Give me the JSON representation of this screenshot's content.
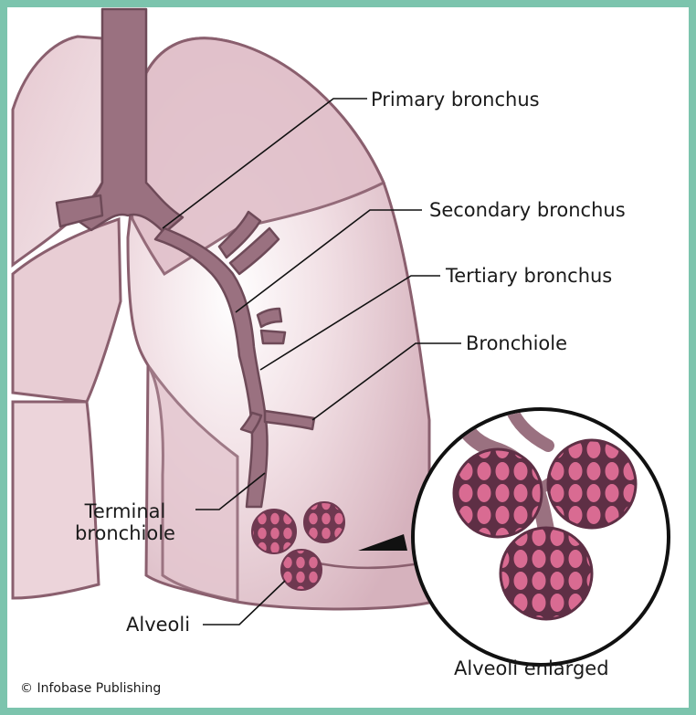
{
  "labels": {
    "primary_bronchus": "Primary bronchus",
    "secondary_bronchus": "Secondary bronchus",
    "tertiary_bronchus": "Tertiary bronchus",
    "bronchiole": "Bronchiole",
    "terminal_bronchiole": "Terminal\nbronchiole",
    "alveoli": "Alveoli",
    "alveoli_enlarged": "Alveoli enlarged"
  },
  "credit": "© Infobase Publishing",
  "colors": {
    "border": "#7cc4ad",
    "lung_fill": "#e9cdd5",
    "lung_outline": "#8a5f6e",
    "airway": "#9a7180",
    "alveoli": "#d66a8f"
  }
}
